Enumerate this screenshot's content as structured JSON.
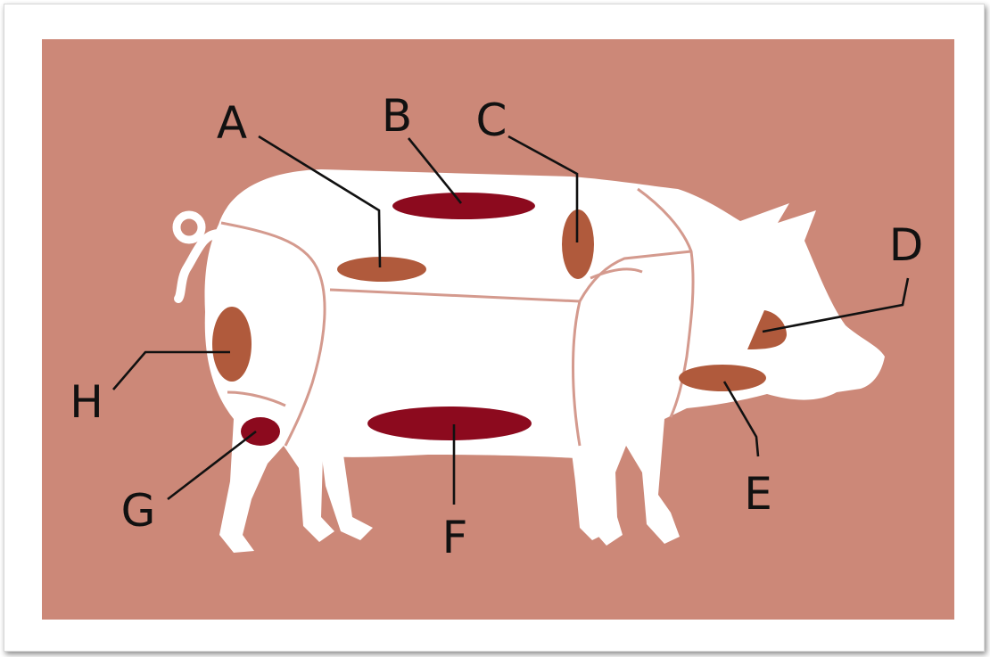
{
  "colors": {
    "background_panel": "#cc8878",
    "body": "#ffffff",
    "light_cut": "#b05a3c",
    "dark_cut": "#8c0a1e",
    "seam": "#d49a8e",
    "text": "#111111"
  },
  "labels": {
    "A": "A",
    "B": "B",
    "C": "C",
    "D": "D",
    "E": "E",
    "F": "F",
    "G": "G",
    "H": "H"
  }
}
